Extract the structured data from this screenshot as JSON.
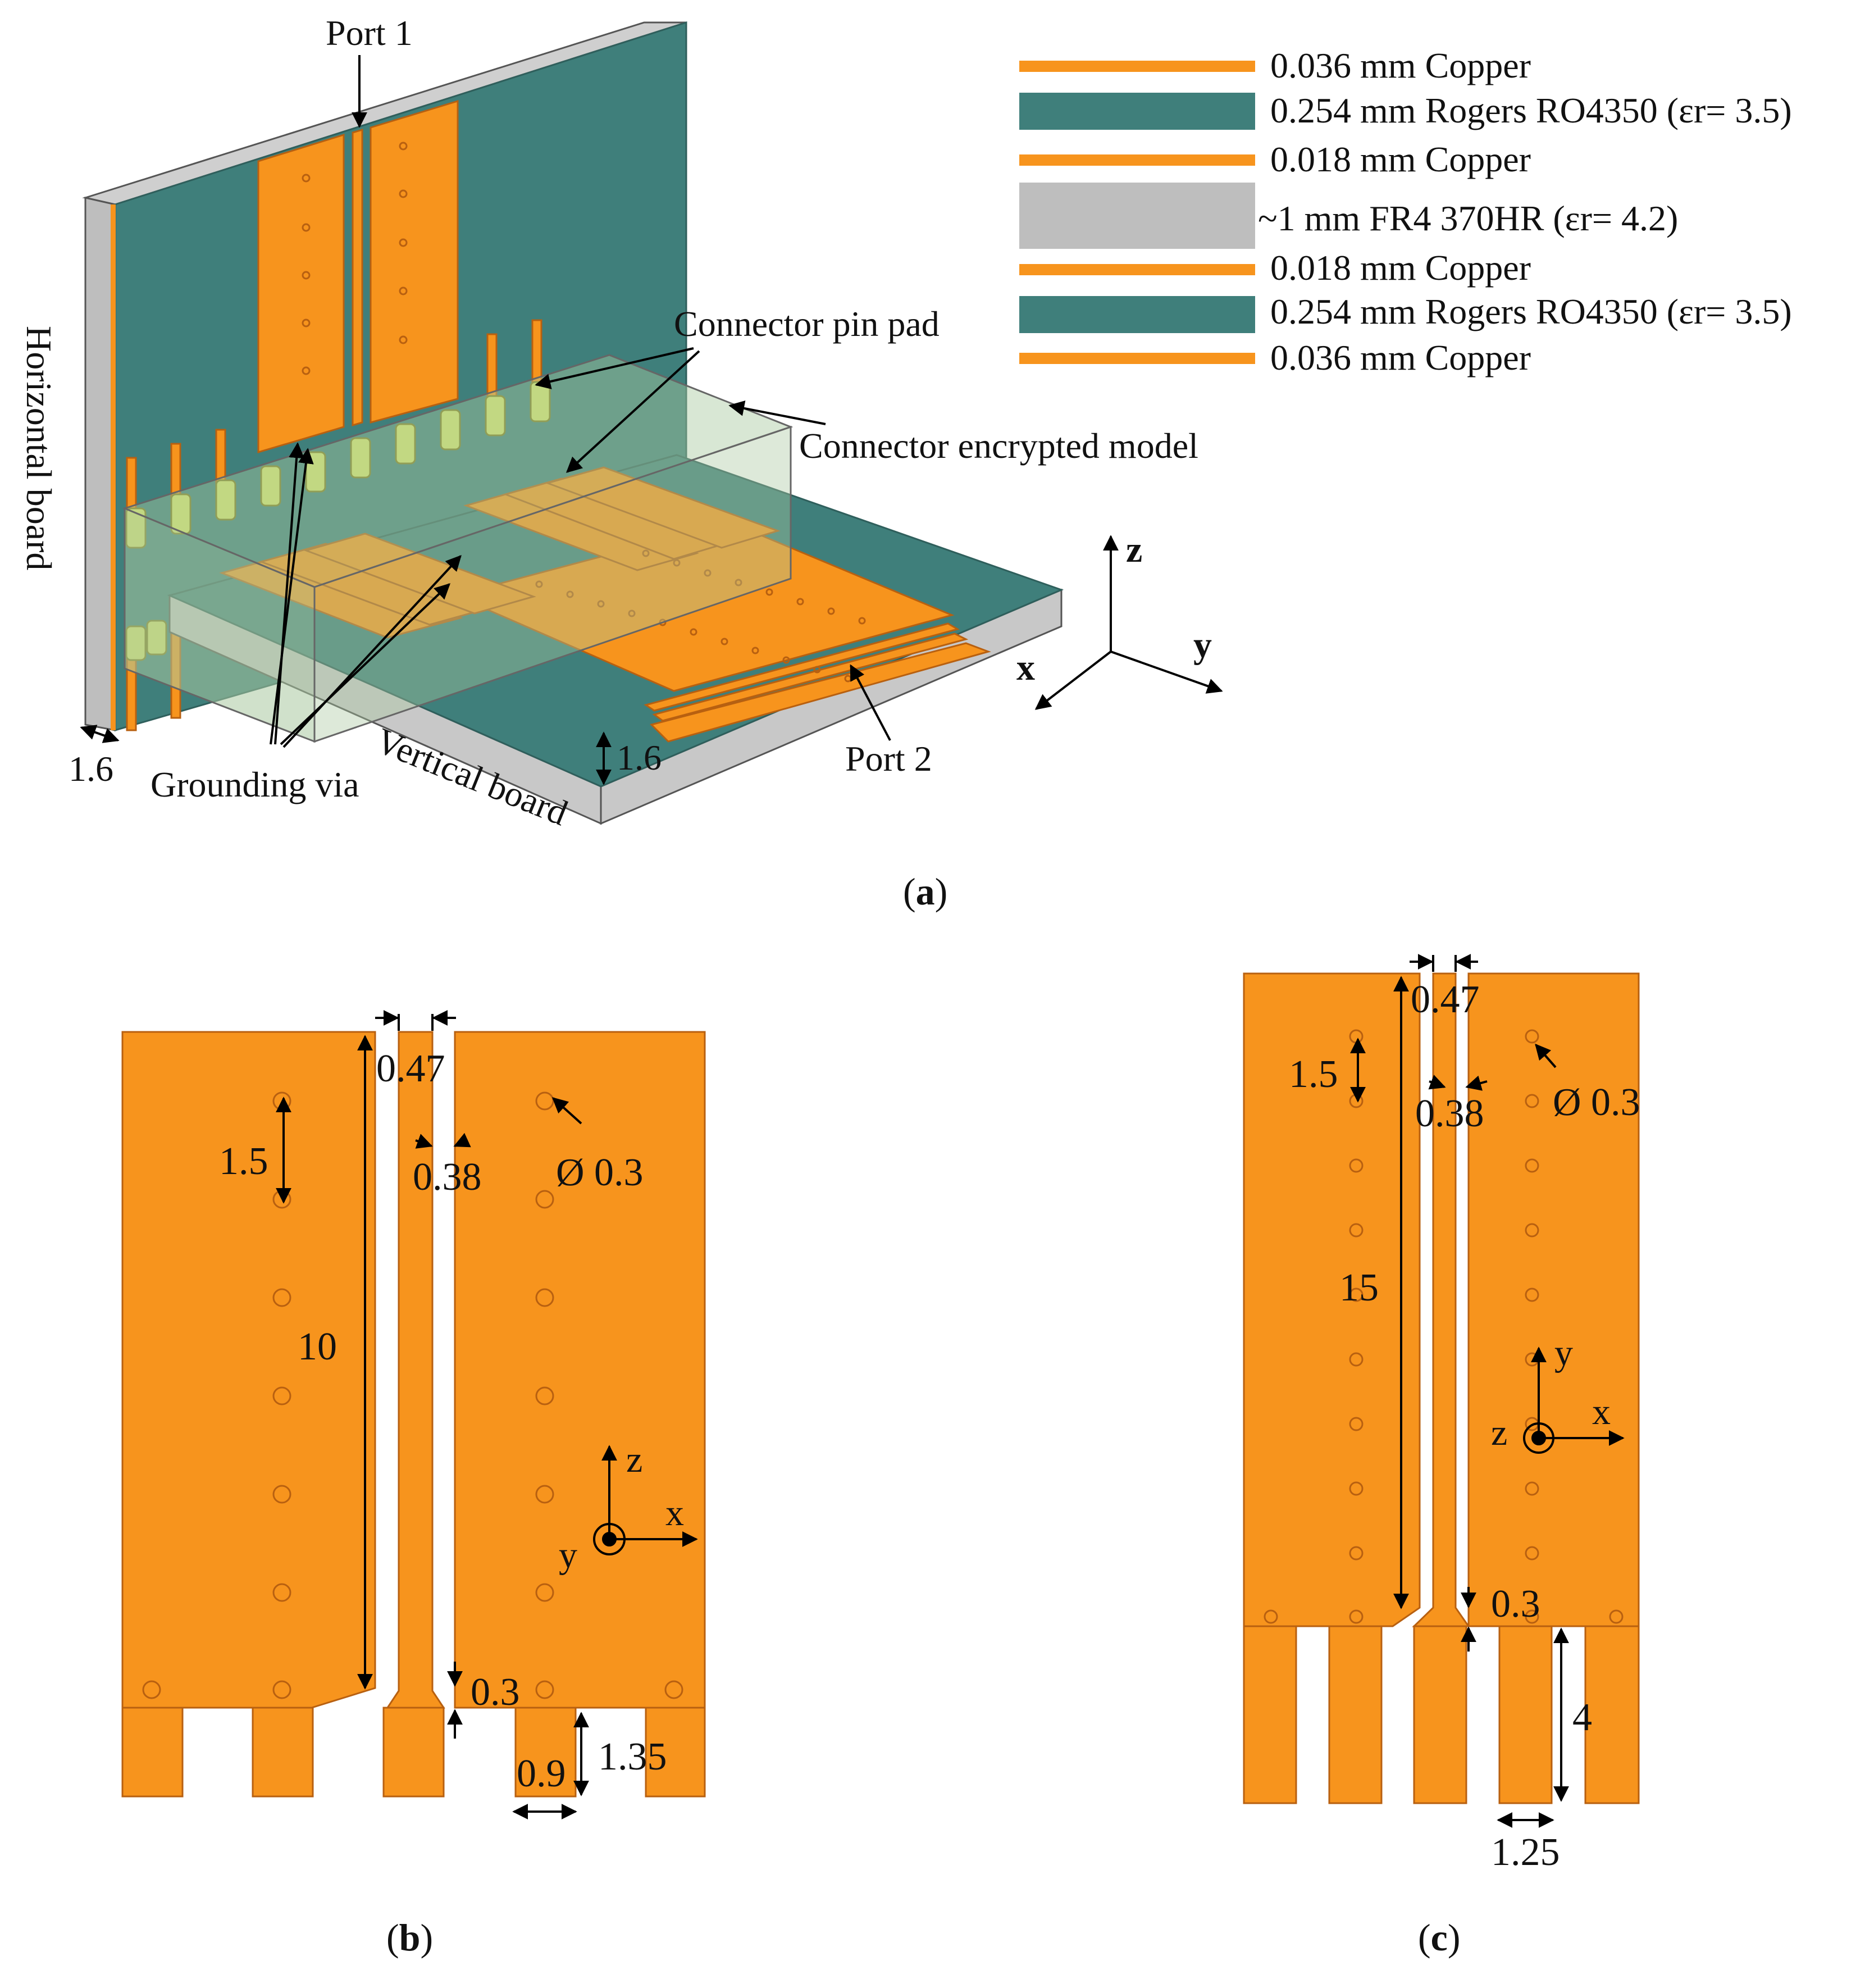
{
  "colors": {
    "copper": "#F7941D",
    "rogers": "#3F7F7B",
    "fr4": "#BEBEBE",
    "connector_shell": "#A9C9A0",
    "pin_yellow": "#D8E36A"
  },
  "panel_a": {
    "caption": "a",
    "labels": {
      "port1": "Port 1",
      "port2": "Port 2",
      "connector_pin_pad": "Connector pin pad",
      "connector_model": "Connector encrypted model",
      "grounding_via": "Grounding via",
      "horizontal_board": "Horizontal board",
      "vertical_board": "Vertical board",
      "thick_left": "1.6",
      "thick_right": "1.6"
    },
    "axes": {
      "z": "z",
      "y": "y",
      "x": "x"
    },
    "stackup": [
      {
        "text": "0.036 mm Copper",
        "material": "copper"
      },
      {
        "text": "0.254 mm Rogers RO4350 (εr= 3.5)",
        "material": "rogers"
      },
      {
        "text": "0.018 mm Copper",
        "material": "copper"
      },
      {
        "text": "~1 mm FR4 370HR (εr= 4.2)",
        "material": "fr4"
      },
      {
        "text": "0.018 mm Copper",
        "material": "copper"
      },
      {
        "text": "0.254 mm Rogers RO4350 (εr= 3.5)",
        "material": "rogers"
      },
      {
        "text": "0.036 mm Copper",
        "material": "copper"
      }
    ]
  },
  "panel_b": {
    "caption": "b",
    "dims": {
      "gap": "0.47",
      "strip": "0.38",
      "pitch": "1.5",
      "via": "Ø 0.3",
      "length": "10",
      "step": "0.3",
      "pin_width": "0.9",
      "pin_height": "1.35"
    },
    "axes": {
      "z": "z",
      "x": "x",
      "y": "y"
    }
  },
  "panel_c": {
    "caption": "c",
    "dims": {
      "gap": "0.47",
      "strip": "0.38",
      "pitch": "1.5",
      "via": "Ø 0.3",
      "length": "15",
      "step": "0.3",
      "pin_height": "4",
      "pin_width": "1.25"
    },
    "axes": {
      "y": "y",
      "x": "x",
      "z": "z"
    }
  }
}
